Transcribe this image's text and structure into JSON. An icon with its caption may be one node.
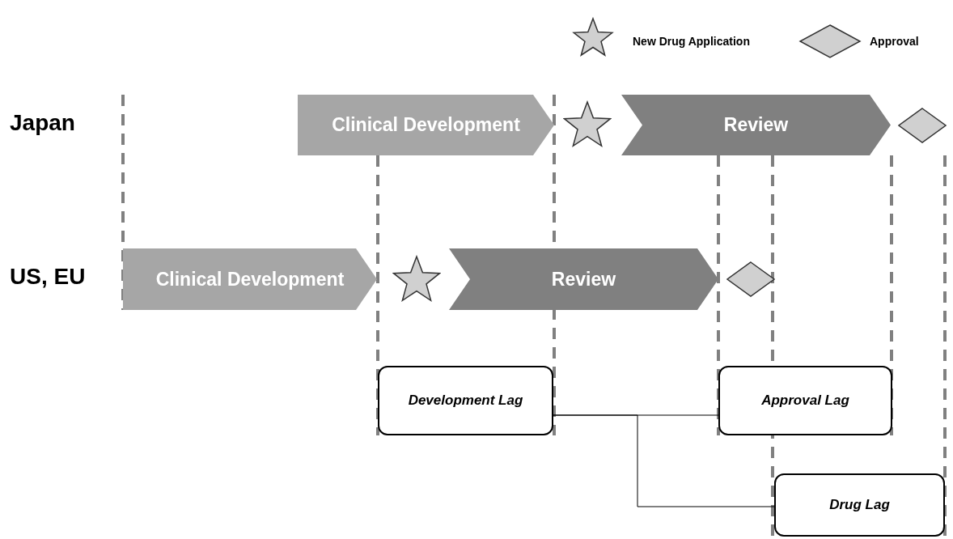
{
  "diagram": {
    "nodes": [
      {
        "text": [
          "Clinical Development"
        ]
      },
      {
        "text": [],
        "shape": "star"
      },
      {
        "text": [
          "Review"
        ]
      },
      {
        "text": [],
        "shape": "diamond"
      },
      {
        "text": [
          "Clinical Development"
        ]
      },
      {
        "text": [],
        "shape": "star"
      },
      {
        "text": [
          "Review"
        ]
      },
      {
        "text": [],
        "shape": "diamond"
      },
      {
        "text": [
          "Development Lag"
        ]
      },
      {
        "text": [
          "Approval Lag"
        ]
      },
      {
        "text": [
          "Drug Lag"
        ]
      }
    ],
    "edges": [
      {
        "from": 8,
        "to": 9,
        "arrow": "none"
      },
      {
        "from": 8,
        "to": 10,
        "arrow": "none"
      }
    ],
    "labels": [
      "Japan",
      "US, EU"
    ],
    "legend": [
      {
        "text": "New Drug Application"
      },
      {
        "text": "Approval"
      }
    ]
  }
}
